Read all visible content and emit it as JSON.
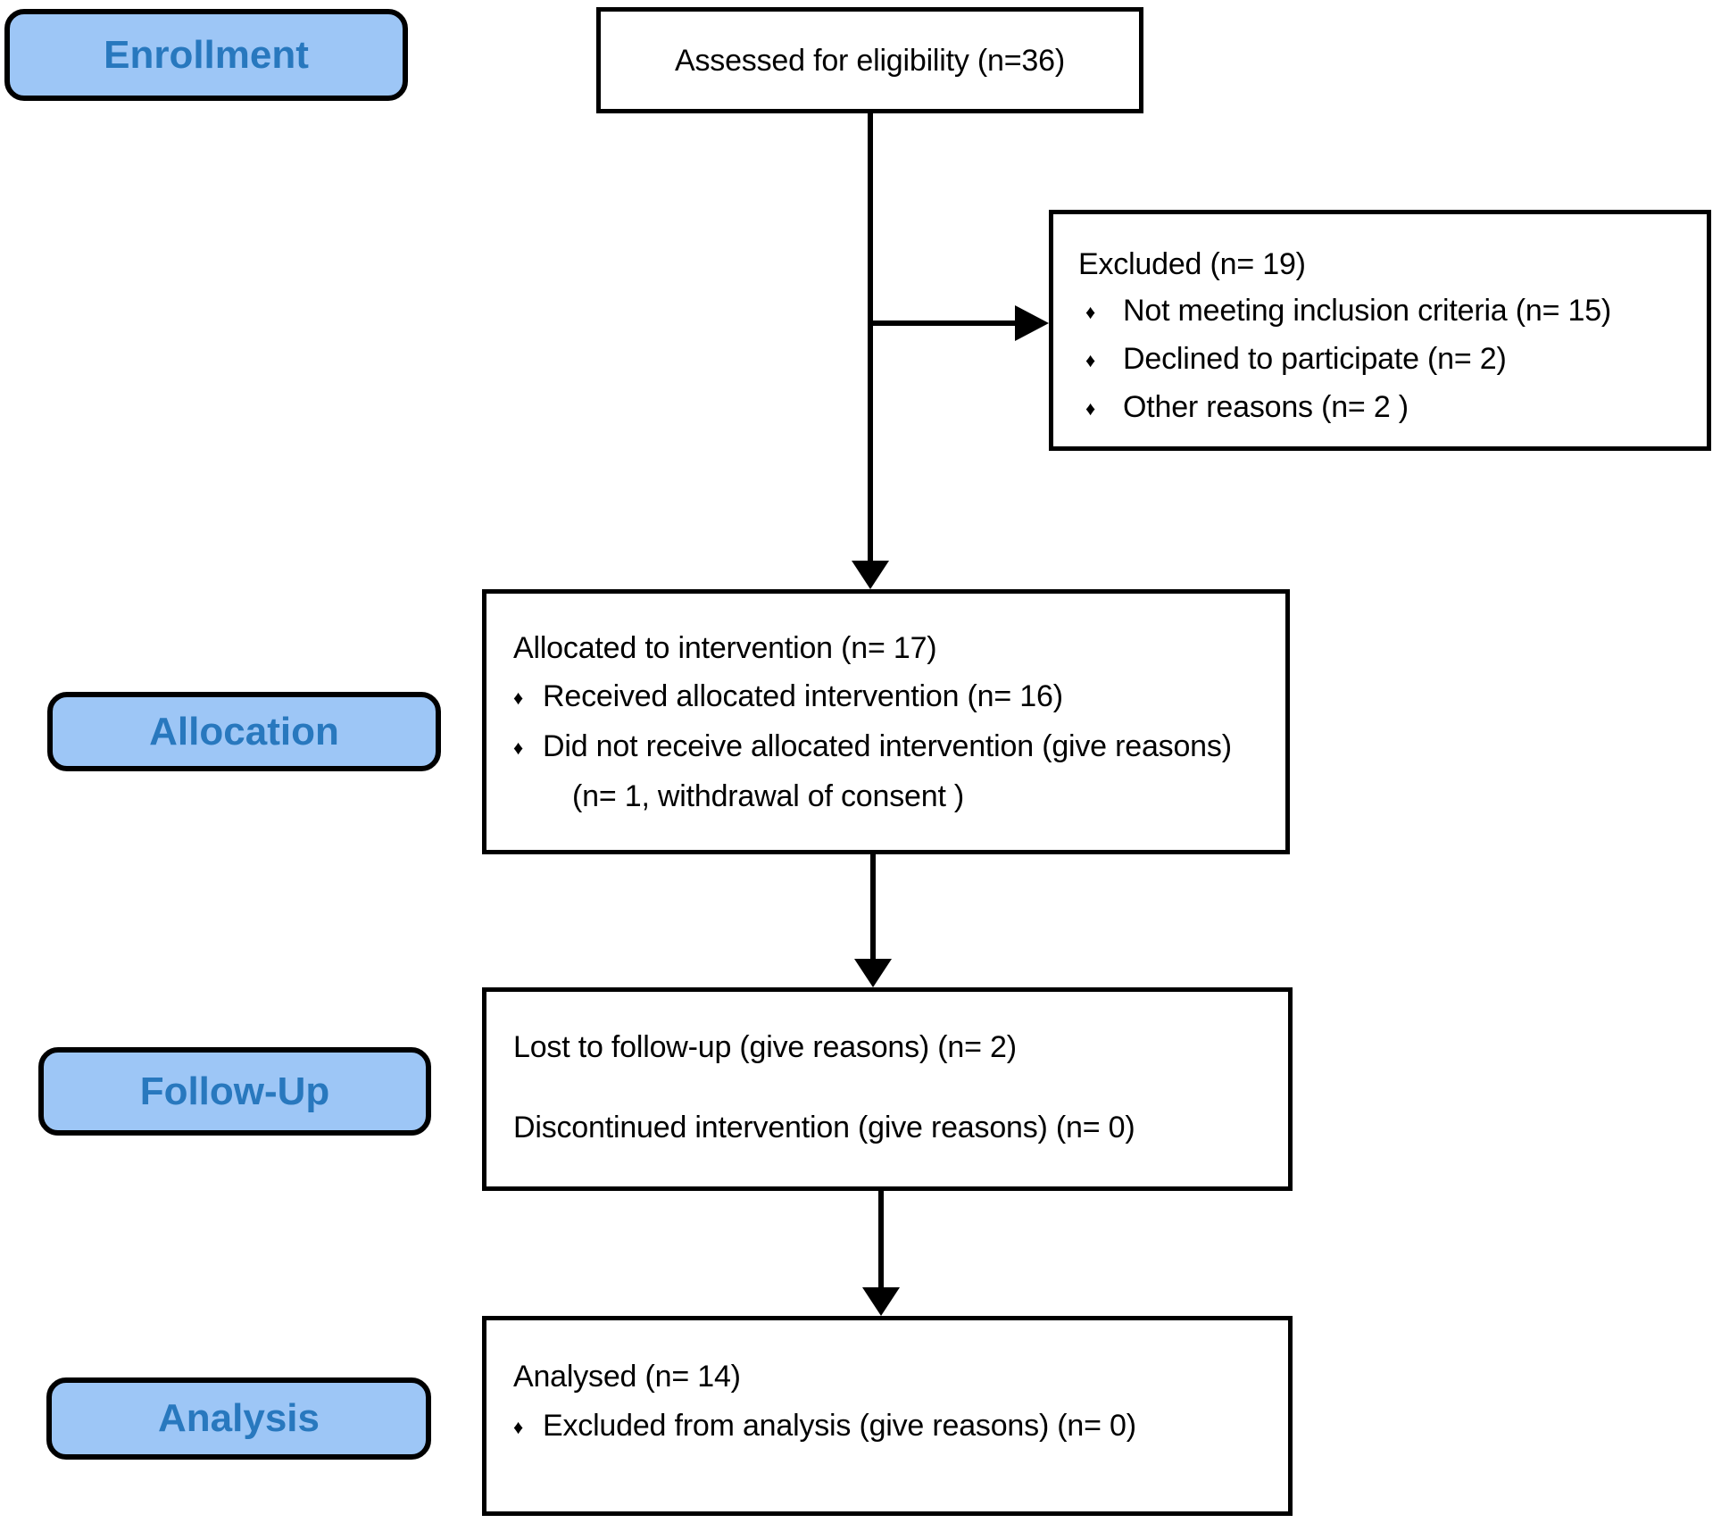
{
  "diagram": {
    "stage_labels": {
      "enrollment": "Enrollment",
      "allocation": "Allocation",
      "followup": "Follow-Up",
      "analysis": "Analysis"
    },
    "assessed": {
      "title": "Assessed for eligibility (n=36)"
    },
    "excluded": {
      "title": "Excluded (n= 19)",
      "bullets": [
        "Not meeting inclusion criteria (n= 15)",
        "Declined to participate (n= 2)",
        "Other reasons (n= 2 )"
      ]
    },
    "allocated": {
      "title": "Allocated to intervention (n= 17)",
      "bullets": [
        "Received allocated intervention (n= 16)",
        "Did not receive allocated intervention (give reasons) (n= 1, withdrawal of consent )"
      ]
    },
    "followup": {
      "lines": [
        "Lost to follow-up (give reasons) (n= 2)",
        "Discontinued intervention (give reasons) (n= 0)"
      ]
    },
    "analysed": {
      "title": "Analysed (n= 14)",
      "bullets": [
        "Excluded from analysis (give reasons) (n= 0)"
      ]
    },
    "bullet_glyph": "♦",
    "colors": {
      "stage_fill": "#9DC6F6",
      "stage_text": "#2878BE",
      "border": "#000000",
      "box_fill": "#FFFFFF"
    }
  }
}
